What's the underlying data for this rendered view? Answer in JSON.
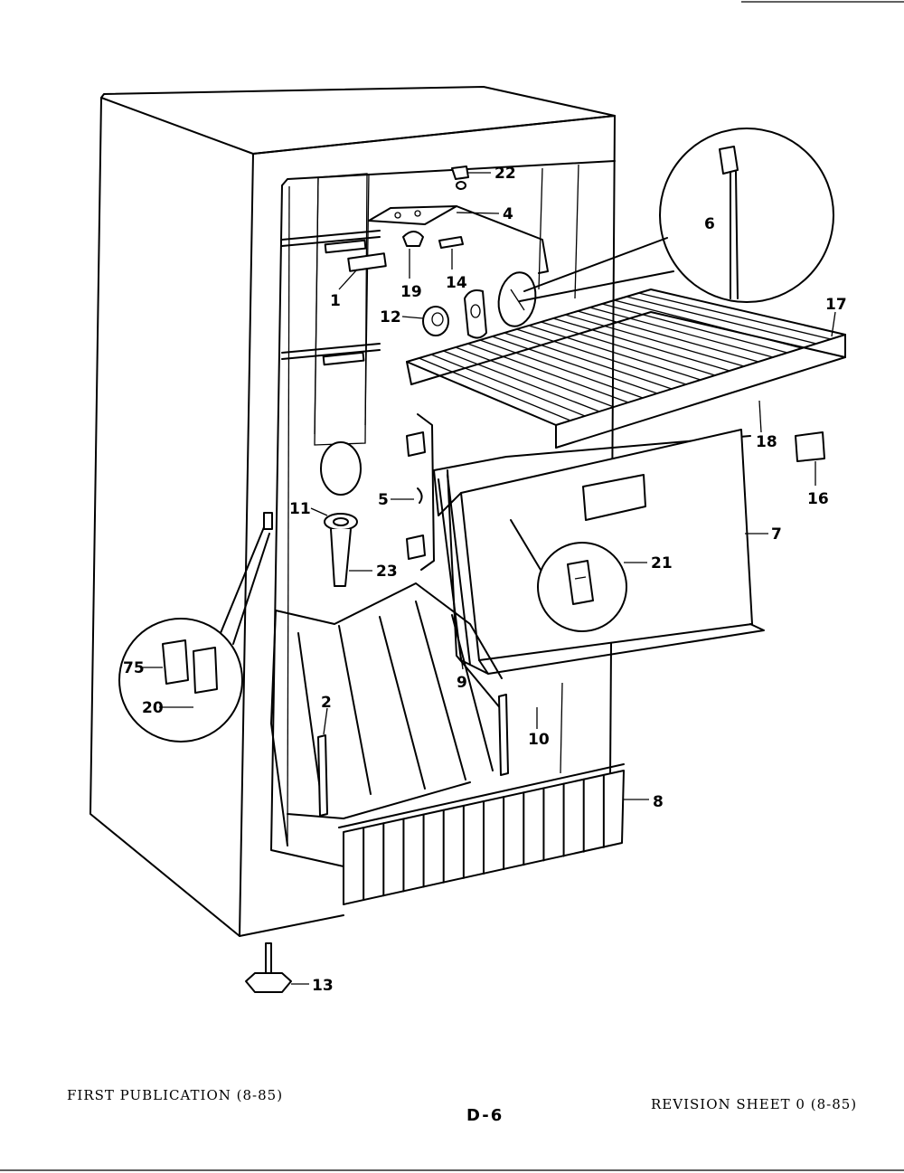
{
  "footer": {
    "left": "FIRST PUBLICATION (8-85)",
    "center": "D-6",
    "right": "REVISION SHEET 0 (8-85)"
  },
  "parts": [
    {
      "label": "22"
    },
    {
      "label": "4"
    },
    {
      "label": "6"
    },
    {
      "label": "14"
    },
    {
      "label": "19"
    },
    {
      "label": "1"
    },
    {
      "label": "12"
    },
    {
      "label": "17"
    },
    {
      "label": "18"
    },
    {
      "label": "16"
    },
    {
      "label": "5"
    },
    {
      "label": "11"
    },
    {
      "label": "23"
    },
    {
      "label": "7"
    },
    {
      "label": "21"
    },
    {
      "label": "75"
    },
    {
      "label": "20"
    },
    {
      "label": "2"
    },
    {
      "label": "9"
    },
    {
      "label": "10"
    },
    {
      "label": "8"
    },
    {
      "label": "13"
    }
  ]
}
